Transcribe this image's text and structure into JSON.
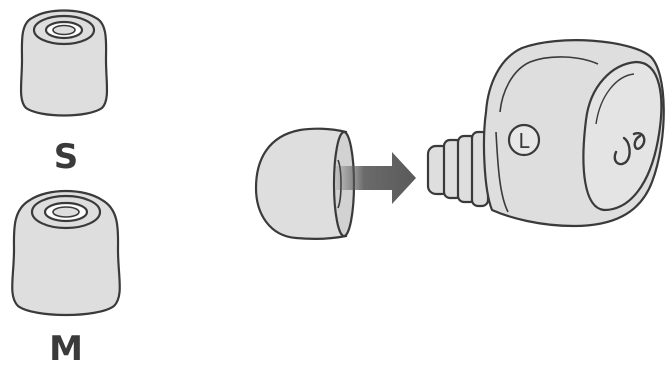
{
  "colors": {
    "fill": "#dedede",
    "stroke": "#3a3a3a",
    "arrow": "#5a5a5a",
    "background": "#ffffff"
  },
  "tips": [
    {
      "size_label": "S"
    },
    {
      "size_label": "M"
    }
  ],
  "earbud": {
    "side_label": "L",
    "logo": "jaybird-logo-icon"
  }
}
